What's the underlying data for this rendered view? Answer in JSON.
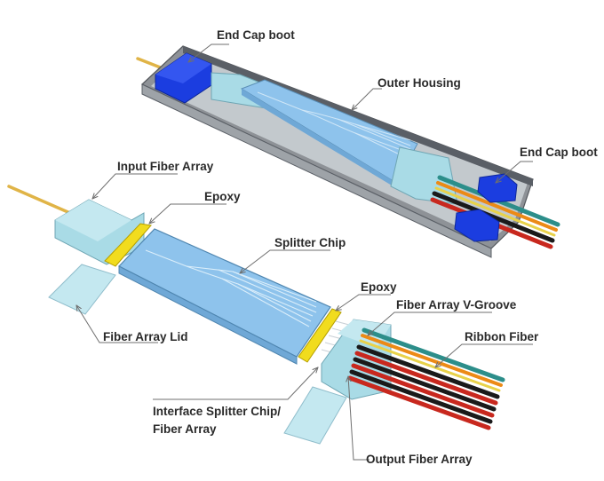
{
  "labels": {
    "end_cap_boot_top": "End Cap boot",
    "outer_housing": "Outer Housing",
    "end_cap_boot_right": "End Cap boot",
    "input_fiber_array": "Input Fiber Array",
    "epoxy_left": "Epoxy",
    "splitter_chip": "Splitter Chip",
    "epoxy_right": "Epoxy",
    "fiber_array_v_groove": "Fiber Array V-Groove",
    "ribbon_fiber": "Ribbon Fiber",
    "fiber_array_lid": "Fiber Array Lid",
    "interface_line1": "Interface Splitter Chip/",
    "interface_line2": "Fiber Array",
    "output_fiber_array": "Output Fiber Array"
  },
  "colors": {
    "glass": "#a9dbe6",
    "chip": "#8ec3ec",
    "epoxy": "#f1dc1e",
    "boot": "#1b3de0",
    "fiber": "#e0b447",
    "ribbon_red": "#c8281e",
    "ribbon_black": "#1a1a1a",
    "ribbon_orange": "#ec8a16",
    "ribbon_teal": "#2c8e8a",
    "housing": "#5a5f66"
  }
}
